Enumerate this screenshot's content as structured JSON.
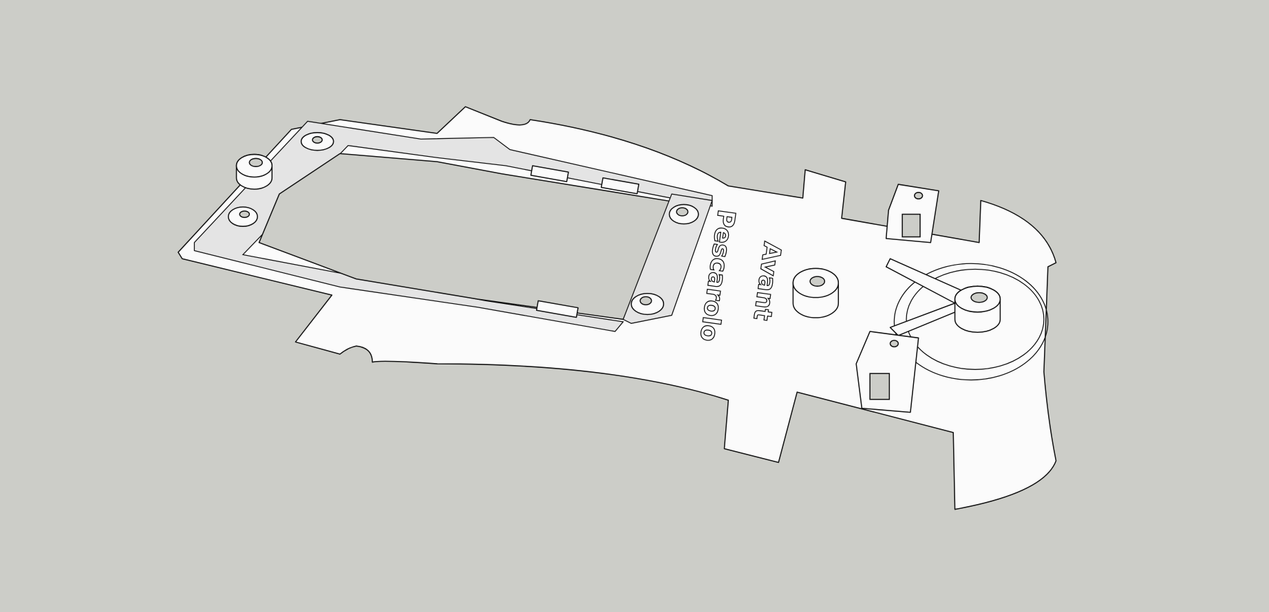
{
  "model": {
    "name": "slot-car-chassis",
    "engraved_text": [
      "Pescarolo",
      "Avant"
    ],
    "background_color": "#cccdc8",
    "model_color": "#fbfbfb"
  }
}
